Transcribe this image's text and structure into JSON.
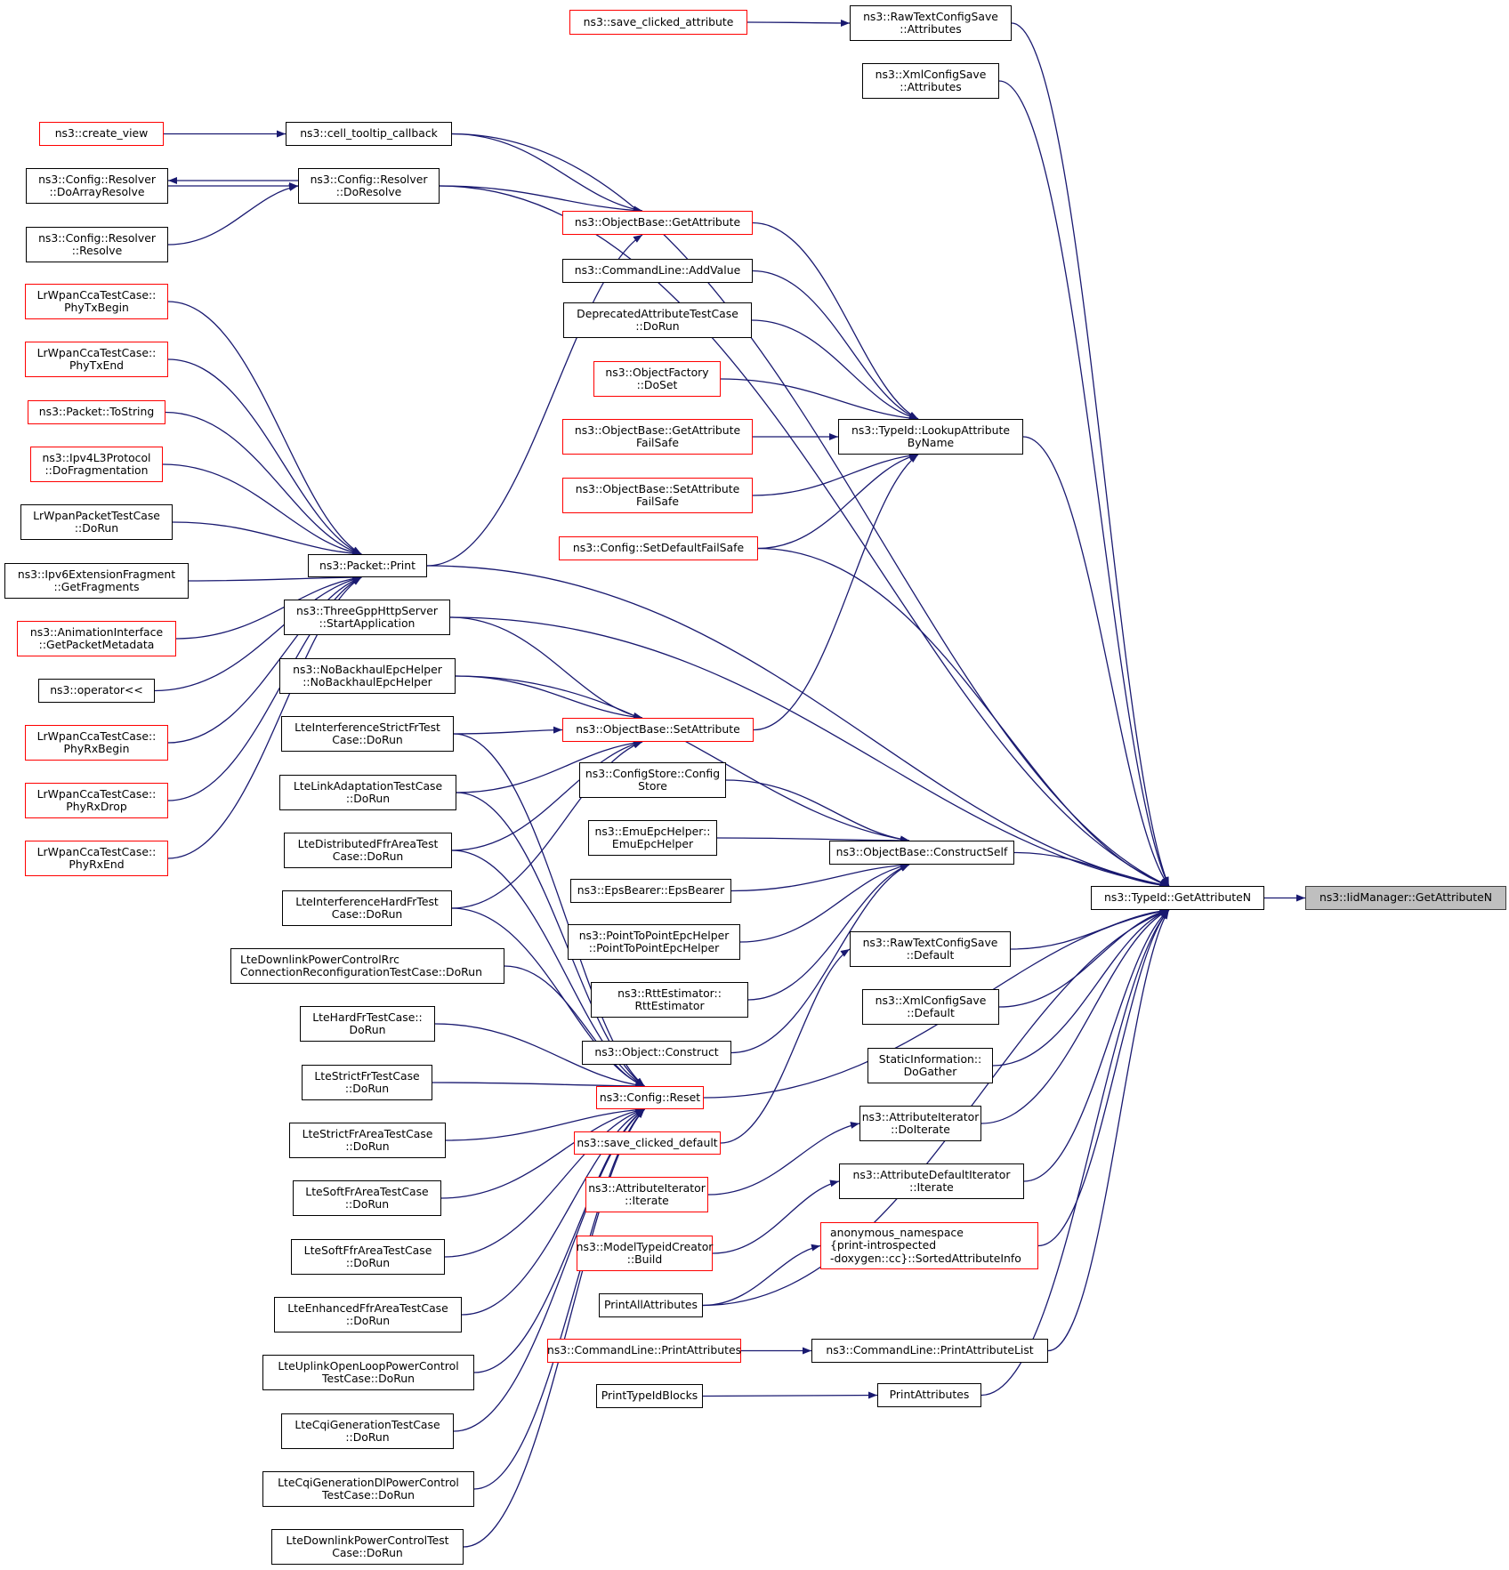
{
  "title": "ns3::IidManager::GetAttributeN caller graph",
  "colors": {
    "edge": "#191970",
    "node_border": "#000000",
    "node_border_incomplete": "#ff0000",
    "focus_fill": "#bfbfbf"
  },
  "nodes": [
    {
      "id": "iid",
      "label": "ns3::IidManager::GetAttributeN",
      "style": "focus"
    },
    {
      "id": "tid",
      "label": "ns3::TypeId::GetAttributeN",
      "style": "normal"
    },
    {
      "id": "rtcs_attr",
      "label": "ns3::RawTextConfigSave\n::Attributes",
      "style": "normal"
    },
    {
      "id": "save_clicked_attr",
      "label": "ns3::save_clicked_attribute",
      "style": "red"
    },
    {
      "id": "xcs_attr",
      "label": "ns3::XmlConfigSave\n::Attributes",
      "style": "normal"
    },
    {
      "id": "cell_tooltip",
      "label": "ns3::cell_tooltip_callback",
      "style": "normal"
    },
    {
      "id": "create_view",
      "label": "ns3::create_view",
      "style": "red"
    },
    {
      "id": "do_resolve",
      "label": "ns3::Config::Resolver\n::DoResolve",
      "style": "normal"
    },
    {
      "id": "do_array_resolve",
      "label": "ns3::Config::Resolver\n::DoArrayResolve",
      "style": "normal"
    },
    {
      "id": "resolve",
      "label": "ns3::Config::Resolver\n::Resolve",
      "style": "normal"
    },
    {
      "id": "ob_getattr",
      "label": "ns3::ObjectBase::GetAttribute",
      "style": "red"
    },
    {
      "id": "cl_addvalue",
      "label": "ns3::CommandLine::AddValue",
      "style": "normal"
    },
    {
      "id": "deprecated",
      "label": "DeprecatedAttributeTestCase\n::DoRun",
      "style": "normal"
    },
    {
      "id": "of_doset",
      "label": "ns3::ObjectFactory\n::DoSet",
      "style": "red"
    },
    {
      "id": "ob_getattr_fs",
      "label": "ns3::ObjectBase::GetAttribute\nFailSafe",
      "style": "red"
    },
    {
      "id": "ob_setattr_fs",
      "label": "ns3::ObjectBase::SetAttribute\nFailSafe",
      "style": "red"
    },
    {
      "id": "set_default_fs",
      "label": "ns3::Config::SetDefaultFailSafe",
      "style": "red"
    },
    {
      "id": "lookup",
      "label": "ns3::TypeId::LookupAttribute\nByName",
      "style": "normal"
    },
    {
      "id": "phy_tx_begin",
      "label": "LrWpanCcaTestCase::\nPhyTxBegin",
      "style": "red"
    },
    {
      "id": "phy_tx_end",
      "label": "LrWpanCcaTestCase::\nPhyTxEnd",
      "style": "red"
    },
    {
      "id": "pkt_tostring",
      "label": "ns3::Packet::ToString",
      "style": "red"
    },
    {
      "id": "ipv4_frag",
      "label": "ns3::Ipv4L3Protocol\n::DoFragmentation",
      "style": "red"
    },
    {
      "id": "lrwpan_pkt",
      "label": "LrWpanPacketTestCase\n::DoRun",
      "style": "normal"
    },
    {
      "id": "ipv6_frag",
      "label": "ns3::Ipv6ExtensionFragment\n::GetFragments",
      "style": "normal"
    },
    {
      "id": "anim_meta",
      "label": "ns3::AnimationInterface\n::GetPacketMetadata",
      "style": "red"
    },
    {
      "id": "operator_ll",
      "label": "ns3::operator<<",
      "style": "normal"
    },
    {
      "id": "phy_rx_begin",
      "label": "LrWpanCcaTestCase::\nPhyRxBegin",
      "style": "red"
    },
    {
      "id": "phy_rx_drop",
      "label": "LrWpanCcaTestCase::\nPhyRxDrop",
      "style": "red"
    },
    {
      "id": "phy_rx_end",
      "label": "LrWpanCcaTestCase::\nPhyRxEnd",
      "style": "red"
    },
    {
      "id": "pkt_print",
      "label": "ns3::Packet::Print",
      "style": "normal"
    },
    {
      "id": "threegpp",
      "label": "ns3::ThreeGppHttpServer\n::StartApplication",
      "style": "normal"
    },
    {
      "id": "nobackhaul",
      "label": "ns3::NoBackhaulEpcHelper\n::NoBackhaulEpcHelper",
      "style": "normal"
    },
    {
      "id": "lte_isfr",
      "label": "LteInterferenceStrictFrTest\nCase::DoRun",
      "style": "normal"
    },
    {
      "id": "lte_linkad",
      "label": "LteLinkAdaptationTestCase\n::DoRun",
      "style": "normal"
    },
    {
      "id": "lte_dffr",
      "label": "LteDistributedFfrAreaTest\nCase::DoRun",
      "style": "normal"
    },
    {
      "id": "lte_ihfr",
      "label": "LteInterferenceHardFrTest\nCase::DoRun",
      "style": "normal"
    },
    {
      "id": "lte_dlpc_rrc",
      "label": "LteDownlinkPowerControlRrc\nConnectionReconfigurationTestCase::DoRun",
      "style": "normal",
      "align": "left"
    },
    {
      "id": "lte_hardfr",
      "label": "LteHardFrTestCase::\nDoRun",
      "style": "normal"
    },
    {
      "id": "lte_strictfr",
      "label": "LteStrictFrTestCase\n::DoRun",
      "style": "normal"
    },
    {
      "id": "lte_strictfrarea",
      "label": "LteStrictFrAreaTestCase\n::DoRun",
      "style": "normal"
    },
    {
      "id": "lte_softfrarea",
      "label": "LteSoftFrAreaTestCase\n::DoRun",
      "style": "normal"
    },
    {
      "id": "lte_softffrarea",
      "label": "LteSoftFfrAreaTestCase\n::DoRun",
      "style": "normal"
    },
    {
      "id": "lte_enhffr",
      "label": "LteEnhancedFfrAreaTestCase\n::DoRun",
      "style": "normal"
    },
    {
      "id": "lte_ulolpc",
      "label": "LteUplinkOpenLoopPowerControl\nTestCase::DoRun",
      "style": "normal"
    },
    {
      "id": "lte_cqigen",
      "label": "LteCqiGenerationTestCase\n::DoRun",
      "style": "normal"
    },
    {
      "id": "lte_cqidlpc",
      "label": "LteCqiGenerationDlPowerControl\nTestCase::DoRun",
      "style": "normal"
    },
    {
      "id": "lte_dlpc",
      "label": "LteDownlinkPowerControlTest\nCase::DoRun",
      "style": "normal"
    },
    {
      "id": "ob_setattr",
      "label": "ns3::ObjectBase::SetAttribute",
      "style": "red"
    },
    {
      "id": "configstore",
      "label": "ns3::ConfigStore::Config\nStore",
      "style": "normal"
    },
    {
      "id": "emuepc",
      "label": "ns3::EmuEpcHelper::\nEmuEpcHelper",
      "style": "normal"
    },
    {
      "id": "epsbearer",
      "label": "ns3::EpsBearer::EpsBearer",
      "style": "normal"
    },
    {
      "id": "p2pepc",
      "label": "ns3::PointToPointEpcHelper\n::PointToPointEpcHelper",
      "style": "normal"
    },
    {
      "id": "rttest",
      "label": "ns3::RttEstimator::\nRttEstimator",
      "style": "normal"
    },
    {
      "id": "obj_construct",
      "label": "ns3::Object::Construct",
      "style": "normal"
    },
    {
      "id": "config_reset",
      "label": "ns3::Config::Reset",
      "style": "red"
    },
    {
      "id": "save_clicked_default",
      "label": "ns3::save_clicked_default",
      "style": "red"
    },
    {
      "id": "attr_iter_iterate",
      "label": "ns3::AttributeIterator\n::Iterate",
      "style": "red"
    },
    {
      "id": "model_typeid",
      "label": "ns3::ModelTypeidCreator\n::Build",
      "style": "red"
    },
    {
      "id": "print_all_attrs",
      "label": "PrintAllAttributes",
      "style": "normal"
    },
    {
      "id": "cl_printattrs",
      "label": "ns3::CommandLine::PrintAttributes",
      "style": "red"
    },
    {
      "id": "print_typeid_blocks",
      "label": "PrintTypeIdBlocks",
      "style": "normal"
    },
    {
      "id": "construct_self",
      "label": "ns3::ObjectBase::ConstructSelf",
      "style": "normal"
    },
    {
      "id": "rtcs_default",
      "label": "ns3::RawTextConfigSave\n::Default",
      "style": "normal"
    },
    {
      "id": "xcs_default",
      "label": "ns3::XmlConfigSave\n::Default",
      "style": "normal"
    },
    {
      "id": "static_info",
      "label": "StaticInformation::\nDoGather",
      "style": "normal"
    },
    {
      "id": "attr_iter_doiterate",
      "label": "ns3::AttributeIterator\n::DoIterate",
      "style": "normal"
    },
    {
      "id": "attr_default_iter",
      "label": "ns3::AttributeDefaultIterator\n::Iterate",
      "style": "normal"
    },
    {
      "id": "sorted_attr_info",
      "label": "anonymous_namespace\n{print-introspected\n-doxygen::cc}::SortedAttributeInfo",
      "style": "red",
      "align": "left"
    },
    {
      "id": "cl_printattrlist",
      "label": "ns3::CommandLine::PrintAttributeList",
      "style": "normal"
    },
    {
      "id": "print_attrs",
      "label": "PrintAttributes",
      "style": "normal"
    }
  ],
  "edges": [
    [
      "tid",
      "iid"
    ],
    [
      "save_clicked_attr",
      "rtcs_attr"
    ],
    [
      "rtcs_attr",
      "tid"
    ],
    [
      "xcs_attr",
      "tid"
    ],
    [
      "create_view",
      "cell_tooltip"
    ],
    [
      "cell_tooltip",
      "tid"
    ],
    [
      "cell_tooltip",
      "ob_getattr"
    ],
    [
      "do_resolve",
      "do_array_resolve"
    ],
    [
      "do_array_resolve",
      "do_resolve"
    ],
    [
      "resolve",
      "do_resolve"
    ],
    [
      "do_resolve",
      "tid"
    ],
    [
      "do_resolve",
      "ob_getattr"
    ],
    [
      "ob_getattr",
      "lookup"
    ],
    [
      "cl_addvalue",
      "lookup"
    ],
    [
      "deprecated",
      "lookup"
    ],
    [
      "of_doset",
      "lookup"
    ],
    [
      "ob_getattr_fs",
      "lookup"
    ],
    [
      "ob_setattr_fs",
      "lookup"
    ],
    [
      "set_default_fs",
      "lookup"
    ],
    [
      "set_default_fs",
      "tid"
    ],
    [
      "lookup",
      "tid"
    ],
    [
      "phy_tx_begin",
      "pkt_print"
    ],
    [
      "phy_tx_end",
      "pkt_print"
    ],
    [
      "pkt_tostring",
      "pkt_print"
    ],
    [
      "ipv4_frag",
      "pkt_print"
    ],
    [
      "lrwpan_pkt",
      "pkt_print"
    ],
    [
      "ipv6_frag",
      "pkt_print"
    ],
    [
      "anim_meta",
      "pkt_print"
    ],
    [
      "operator_ll",
      "pkt_print"
    ],
    [
      "phy_rx_begin",
      "pkt_print"
    ],
    [
      "phy_rx_drop",
      "pkt_print"
    ],
    [
      "phy_rx_end",
      "pkt_print"
    ],
    [
      "pkt_print",
      "ob_getattr"
    ],
    [
      "pkt_print",
      "tid"
    ],
    [
      "threegpp",
      "tid"
    ],
    [
      "threegpp",
      "ob_setattr"
    ],
    [
      "nobackhaul",
      "construct_self"
    ],
    [
      "nobackhaul",
      "ob_setattr"
    ],
    [
      "lte_isfr",
      "ob_setattr"
    ],
    [
      "lte_linkad",
      "ob_setattr"
    ],
    [
      "lte_dffr",
      "ob_setattr"
    ],
    [
      "lte_ihfr",
      "ob_setattr"
    ],
    [
      "lte_isfr",
      "config_reset"
    ],
    [
      "lte_linkad",
      "config_reset"
    ],
    [
      "lte_dffr",
      "config_reset"
    ],
    [
      "lte_ihfr",
      "config_reset"
    ],
    [
      "lte_dlpc_rrc",
      "config_reset"
    ],
    [
      "lte_hardfr",
      "config_reset"
    ],
    [
      "lte_strictfr",
      "config_reset"
    ],
    [
      "lte_strictfrarea",
      "config_reset"
    ],
    [
      "lte_softfrarea",
      "config_reset"
    ],
    [
      "lte_softffrarea",
      "config_reset"
    ],
    [
      "lte_enhffr",
      "config_reset"
    ],
    [
      "lte_ulolpc",
      "config_reset"
    ],
    [
      "lte_cqigen",
      "config_reset"
    ],
    [
      "lte_cqidlpc",
      "config_reset"
    ],
    [
      "lte_dlpc",
      "config_reset"
    ],
    [
      "ob_setattr",
      "lookup"
    ],
    [
      "configstore",
      "construct_self"
    ],
    [
      "emuepc",
      "construct_self"
    ],
    [
      "epsbearer",
      "construct_self"
    ],
    [
      "p2pepc",
      "construct_self"
    ],
    [
      "rttest",
      "construct_self"
    ],
    [
      "obj_construct",
      "construct_self"
    ],
    [
      "construct_self",
      "tid"
    ],
    [
      "config_reset",
      "tid"
    ],
    [
      "save_clicked_default",
      "rtcs_default"
    ],
    [
      "rtcs_default",
      "tid"
    ],
    [
      "xcs_default",
      "tid"
    ],
    [
      "static_info",
      "tid"
    ],
    [
      "attr_iter_iterate",
      "attr_iter_doiterate"
    ],
    [
      "attr_iter_doiterate",
      "tid"
    ],
    [
      "model_typeid",
      "attr_default_iter"
    ],
    [
      "attr_default_iter",
      "tid"
    ],
    [
      "print_all_attrs",
      "sorted_attr_info"
    ],
    [
      "sorted_attr_info",
      "tid"
    ],
    [
      "print_all_attrs",
      "tid"
    ],
    [
      "cl_printattrs",
      "cl_printattrlist"
    ],
    [
      "cl_printattrlist",
      "tid"
    ],
    [
      "print_typeid_blocks",
      "print_attrs"
    ],
    [
      "print_attrs",
      "tid"
    ]
  ]
}
